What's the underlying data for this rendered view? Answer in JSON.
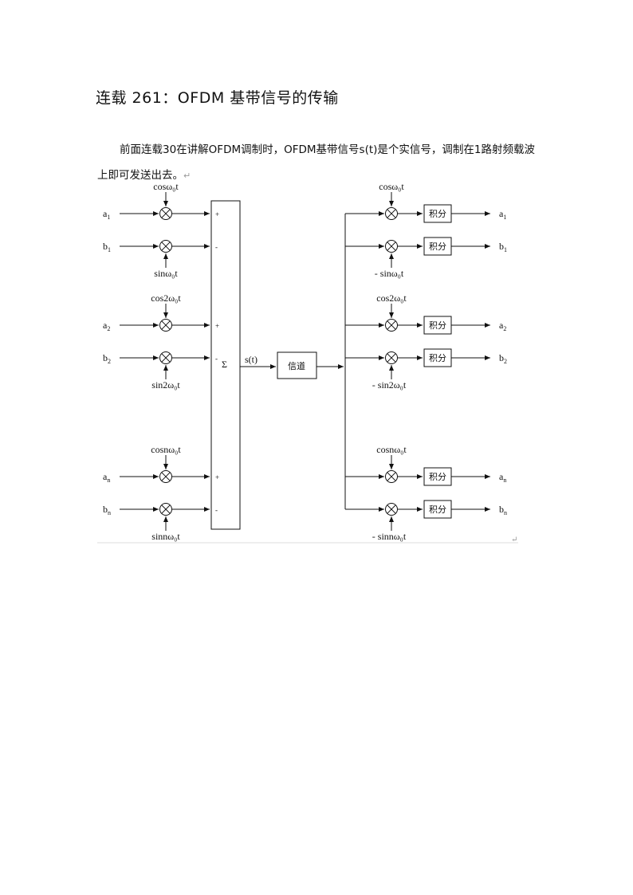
{
  "document": {
    "title": "连载 261：OFDM 基带信号的传输",
    "paragraph": "前面连载30在讲解OFDM调制时，OFDM基带信号s(t)是个实信号，调制在1路射频载波上即可发送出去。",
    "return_mark": "↵"
  },
  "diagram": {
    "tx_inputs": [
      {
        "sym": "a",
        "sub": "1",
        "carrier": "cosω₀t",
        "sign": "+"
      },
      {
        "sym": "b",
        "sub": "1",
        "carrier": "sinω₀t",
        "sign": "-"
      },
      {
        "sym": "a",
        "sub": "2",
        "carrier": "cos2ω₀t",
        "sign": "+"
      },
      {
        "sym": "b",
        "sub": "2",
        "carrier": "sin2ω₀t",
        "sign": "-"
      },
      {
        "sym": "a",
        "sub": "n",
        "carrier": "cosnω₀t",
        "sign": "+"
      },
      {
        "sym": "b",
        "sub": "n",
        "carrier": "sinnω₀t",
        "sign": "-"
      }
    ],
    "sum_label": "Σ",
    "signal_label": "s(t)",
    "channel_label": "信道",
    "rx_outputs": [
      {
        "sym": "a",
        "sub": "1",
        "carrier": "cosω₀t",
        "block": "积分"
      },
      {
        "sym": "b",
        "sub": "1",
        "carrier": "- sinω₀t",
        "block": "积分"
      },
      {
        "sym": "a",
        "sub": "2",
        "carrier": "cos2ω₀t",
        "block": "积分"
      },
      {
        "sym": "b",
        "sub": "2",
        "carrier": "- sin2ω₀t",
        "block": "积分"
      },
      {
        "sym": "a",
        "sub": "n",
        "carrier": "cosnω₀t",
        "block": "积分"
      },
      {
        "sym": "b",
        "sub": "n",
        "carrier": "- sinnω₀t",
        "block": "积分"
      }
    ]
  }
}
